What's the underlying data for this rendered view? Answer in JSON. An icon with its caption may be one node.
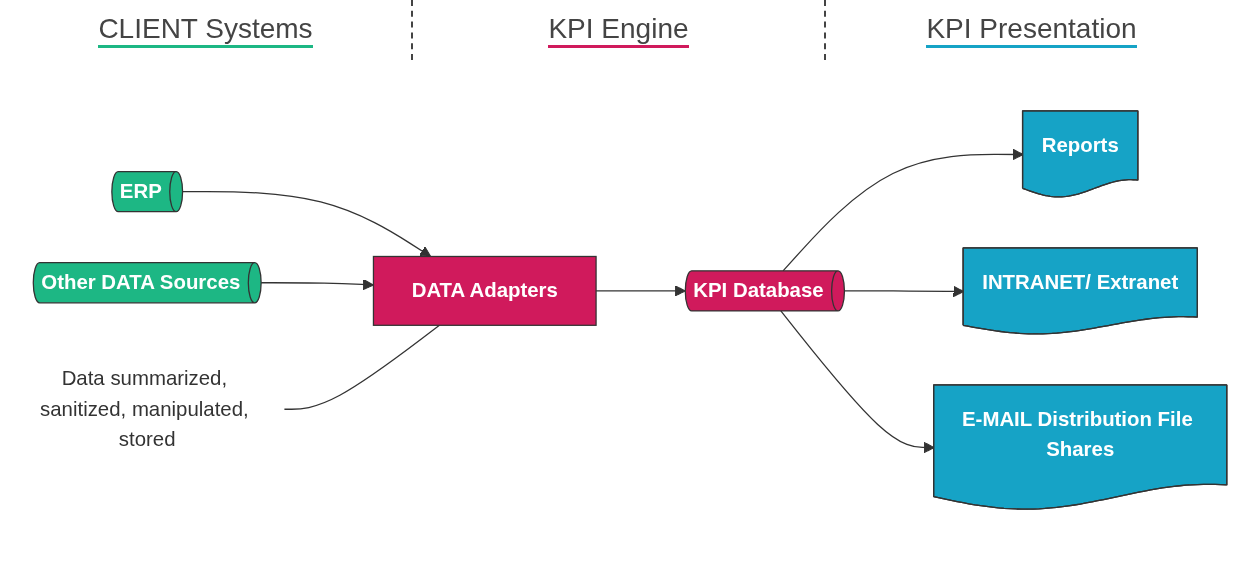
{
  "diagram": {
    "nodes": [
      {
        "text": [
          "ERP"
        ]
      },
      {
        "text": [
          "Other DATA Sources"
        ]
      },
      {
        "text": [
          "DATA Adapters"
        ]
      },
      {
        "text": [
          "KPI Database"
        ]
      },
      {
        "text": [
          "Reports"
        ]
      },
      {
        "text": [
          "INTRANET/ Extranet"
        ]
      },
      {
        "text": [
          "E-MAIL Distribution File Shares"
        ]
      },
      {
        "text": [
          "Data summarized, sanitized, manipulated, stored"
        ]
      }
    ],
    "edges": [
      {
        "from": 0,
        "to": 2,
        "arrow": "to"
      },
      {
        "from": 1,
        "to": 2,
        "arrow": "to"
      },
      {
        "from": 2,
        "to": 3,
        "arrow": "to"
      },
      {
        "from": 3,
        "to": 4,
        "arrow": "to"
      },
      {
        "from": 3,
        "to": 5,
        "arrow": "to"
      },
      {
        "from": 3,
        "to": 6,
        "arrow": "to"
      },
      {
        "from": 7,
        "to": 2,
        "arrow": "none"
      }
    ],
    "labels": [
      "CLIENT Systems",
      "KPI Engine",
      "KPI Presentation"
    ]
  }
}
